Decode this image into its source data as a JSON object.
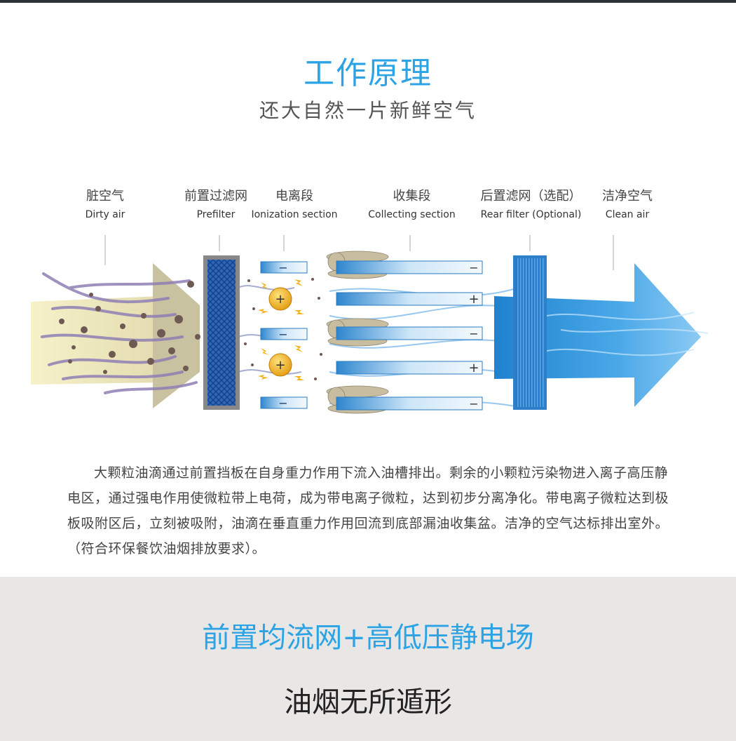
{
  "header": {
    "title": "工作原理",
    "subtitle": "还大自然一片新鲜空气"
  },
  "stages": [
    {
      "cn": "脏空气",
      "en": "Dirty air"
    },
    {
      "cn": "前置过滤网",
      "en": "Prefilter"
    },
    {
      "cn": "电离段",
      "en": "Ionization section"
    },
    {
      "cn": "收集段",
      "en": "Collecting section"
    },
    {
      "cn": "后置滤网（选配）",
      "en": "Rear filter (Optional)"
    },
    {
      "cn": "洁净空气",
      "en": "Clean air"
    }
  ],
  "diagram": {
    "plus_sign": "+",
    "minus_sign": "−"
  },
  "description": "大颗粒油滴通过前置挡板在自身重力作用下流入油槽排出。剩余的小颗粒污染物进入离子高压静电区，通过强电作用使微粒带上电荷，成为带电离子微粒，达到初步分离净化。带电离子微粒达到极板吸附区后，立刻被吸附，油滴在垂直重力作用回流到底部漏油收集盆。洁净的空气达标排出室外。（符合环保餐饮油烟排放要求）。",
  "bottom": {
    "headline": "前置均流网+高低压静电场",
    "tagline": "油烟无所遁形"
  },
  "colors": {
    "accent": "#2ba3e4",
    "bottom_bg": "#e9e6e6"
  }
}
